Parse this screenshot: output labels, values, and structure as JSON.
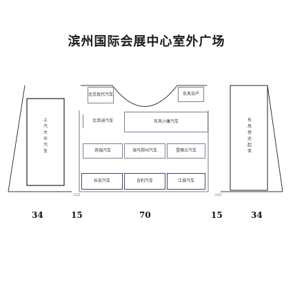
{
  "title": "滨州国际会展中心室外广场",
  "booths": {
    "top_left": "北京现代汽车",
    "top_right": "东风日产",
    "row1_left": "比亚迪汽车",
    "row1_right": "东风小康汽车",
    "row2_a": "奇瑞汽车",
    "row2_b": "海马郑州汽车",
    "row2_c": "雪佛兰汽车",
    "row3_a": "长安汽车",
    "row3_b": "吉利汽车",
    "row3_c": "江淮汽车"
  },
  "side_left": "上汽大众汽车",
  "side_right": "东风悦达起亚",
  "entrance_left": "入口",
  "entrance_right": "入口",
  "dimensions": [
    "34",
    "15",
    "70",
    "15",
    "34"
  ]
}
